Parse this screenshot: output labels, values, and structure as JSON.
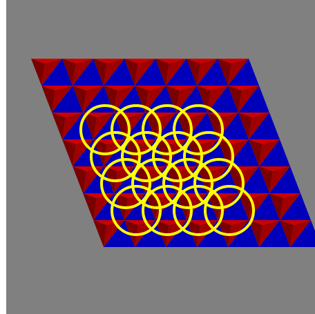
{
  "scene": {
    "background_color": "#808080",
    "tile_colors": {
      "upward_triangle": "#CC0000",
      "downward_triangle": "#0000BB",
      "edge_dark_red": "#7A0000",
      "edge_mid_red": "#A00000",
      "circles": "#FFFF00"
    },
    "rhombus": {
      "columns": 7,
      "rows": 7
    },
    "circle_pattern": {
      "name": "flower-of-life-like",
      "rows": 4,
      "circles_per_row": 4
    }
  }
}
